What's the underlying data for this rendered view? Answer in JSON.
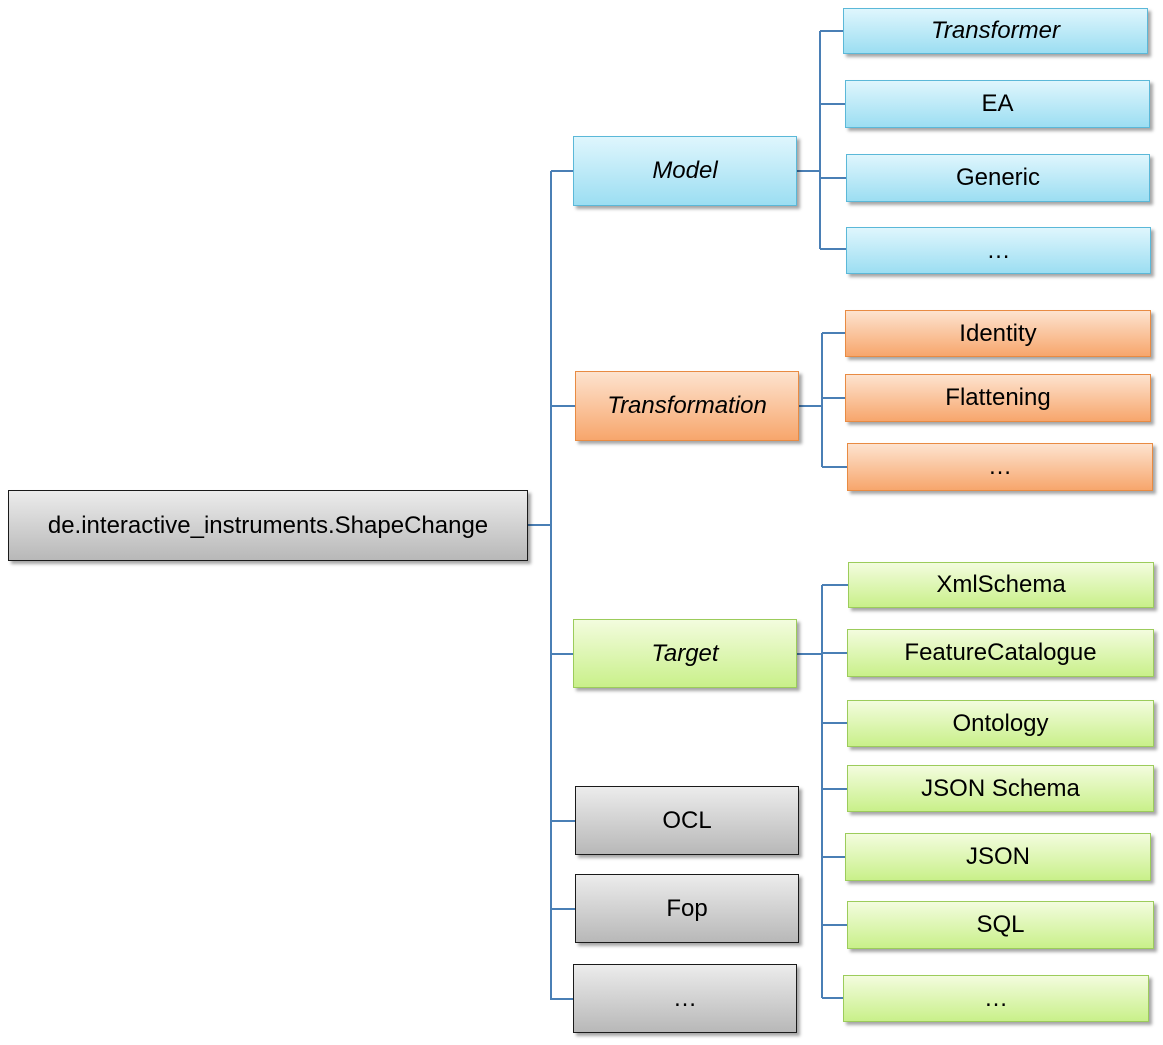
{
  "root": {
    "label": "de.interactive_instruments.ShapeChange"
  },
  "model": {
    "label": "Model",
    "children": [
      "Transformer",
      "EA",
      "Generic",
      "…"
    ]
  },
  "transformation": {
    "label": "Transformation",
    "children": [
      "Identity",
      "Flattening",
      "…"
    ]
  },
  "target": {
    "label": "Target",
    "children": [
      "XmlSchema",
      "FeatureCatalogue",
      "Ontology",
      "JSON Schema",
      "JSON",
      "SQL",
      "…"
    ]
  },
  "others": [
    "OCL",
    "Fop",
    "…"
  ],
  "colors": {
    "connector": "#4a7fb5",
    "model": "#9cdef2",
    "transformation": "#f7a66c",
    "target": "#c9f08a",
    "other": "#b8b8b8"
  }
}
